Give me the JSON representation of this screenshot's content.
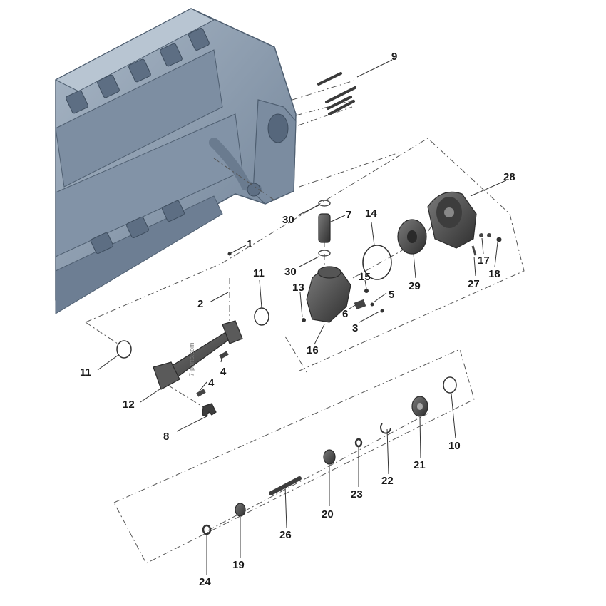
{
  "diagram": {
    "watermark": "7-parts.com",
    "colors": {
      "engine_block": "#8e9fb2",
      "parts": "#4a4a4a",
      "background": "#ffffff"
    },
    "callouts": {
      "c1": "1",
      "c2": "2",
      "c3": "3",
      "c4a": "4",
      "c4b": "4",
      "c5": "5",
      "c6": "6",
      "c7": "7",
      "c8": "8",
      "c9": "9",
      "c10": "10",
      "c11a": "11",
      "c11b": "11",
      "c12": "12",
      "c13": "13",
      "c14": "14",
      "c15": "15",
      "c16": "16",
      "c17": "17",
      "c18": "18",
      "c19": "19",
      "c20": "20",
      "c21": "21",
      "c22": "22",
      "c23": "23",
      "c24": "24",
      "c26": "26",
      "c27": "27",
      "c28": "28",
      "c29": "29",
      "c30a": "30",
      "c30b": "30"
    }
  }
}
